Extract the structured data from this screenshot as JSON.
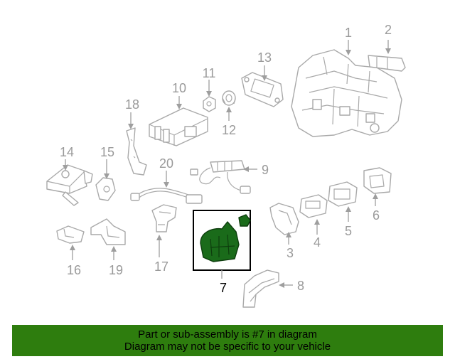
{
  "diagram": {
    "highlighted_part": "7",
    "callouts": [
      "1",
      "2",
      "3",
      "4",
      "5",
      "6",
      "7",
      "8",
      "9",
      "10",
      "11",
      "12",
      "13",
      "14",
      "15",
      "16",
      "17",
      "18",
      "19",
      "20"
    ]
  },
  "banner": {
    "line1": "Part or sub-assembly is #7 in diagram",
    "line2": "Diagram may not be specific to your vehicle",
    "background": "#2e7d0e",
    "text_color": "#000000"
  },
  "colors": {
    "part_outline": "#a9a9a9",
    "highlight_fill": "#1a6b1a",
    "highlight_box": "#000000"
  }
}
